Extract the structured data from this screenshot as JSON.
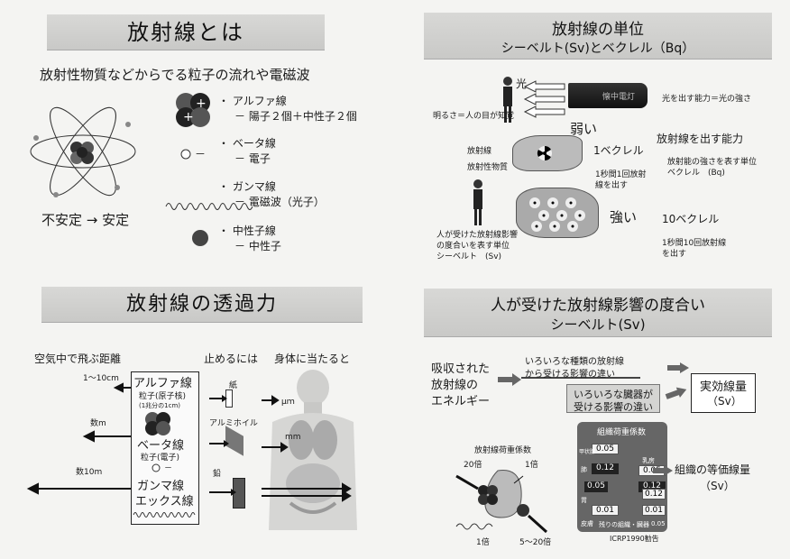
{
  "q1": {
    "title": "放射線とは",
    "subtitle": "放射性物質などからでる粒子の流れや電磁波",
    "stability": "不安定 → 安定",
    "items": [
      {
        "name": "・ アルファ線",
        "desc": "－ 陽子２個＋中性子２個"
      },
      {
        "name": "・ ベータ線",
        "desc": "－ 電子"
      },
      {
        "name": "・ ガンマ線",
        "desc": "－ 電磁波（光子）"
      },
      {
        "name": "・ 中性子線",
        "desc": "－ 中性子"
      }
    ],
    "beta_symbol": "－"
  },
  "q2": {
    "title": "放射線の単位",
    "subtitle": "シーベルト(Sv)とベクレル（Bq）",
    "light_label": "光",
    "flashlight_label": "懐中電灯",
    "light_power": "光を出す能力＝光の強さ",
    "brightness": "明るさ＝人の目が知覚",
    "weak": "弱い",
    "one_bq": "1ベクレル",
    "one_bq_desc": [
      "1秒間1回放射",
      "線を出す"
    ],
    "emit_power": "放射線を出す能力",
    "emit_power_desc": [
      "放射能の強さを表す単位",
      "ベクレル　(Bq)"
    ],
    "radiation": "放射線",
    "radioactive": "放射性物質",
    "strong": "強い",
    "ten_bq": "10ベクレル",
    "ten_bq_desc": [
      "1秒間10回放射線",
      "を出す"
    ],
    "sv_desc": [
      "人が受けた放射線影響",
      "の度合いを表す単位",
      "シーベルト　(Sv)"
    ]
  },
  "q3": {
    "title": "放射線の透過力",
    "air_distance": "空気中で飛ぶ距離",
    "stop_with": "止めるには",
    "body_hit": "身体に当たると",
    "alpha_range": "1～10cm",
    "beta_range": "数m",
    "gamma_range": "数10m",
    "alpha_name": "アルファ線",
    "alpha_particle": "粒子(原子核)",
    "alpha_size": "(1兆分の1cm)",
    "beta_name": "ベータ線",
    "beta_particle": "粒子(電子)",
    "beta_symbol": "－",
    "gamma_name": "ガンマ線",
    "xray_name": "エックス線",
    "paper": "紙",
    "aluminum": "アルミホイル",
    "lead": "鉛",
    "micrometer": "μｍ",
    "millimeter": "mm"
  },
  "q4": {
    "title": "人が受けた放射線影響の度合い",
    "subtitle": "シーベルト(Sv)",
    "absorbed": [
      "吸収された",
      "放射線の",
      "エネルギー"
    ],
    "kinds": [
      "いろいろな種類の放射線",
      "から受ける影響の違い"
    ],
    "organs": [
      "いろいろな臓器が",
      "受ける影響の違い"
    ],
    "effective_dose": [
      "実効線量",
      "（Sv）"
    ],
    "equivalent_dose": [
      "組織の等価線量",
      "（Sv）"
    ],
    "radiation_weight": "放射線荷重係数",
    "tissue_weight": "組織荷重係数",
    "w20": "20倍",
    "w1_top": "1倍",
    "w1_bottom": "1倍",
    "w5_20": "5～20倍",
    "icrp": "ICRP1990勧告",
    "tissue_values": [
      "0.05",
      "0.12",
      "0.05",
      "0.01",
      "0.05",
      "0.12",
      "0.12",
      "0.01"
    ],
    "tissue_labels": [
      "甲状腺",
      "乳房",
      "肺",
      "胃",
      "皮膚",
      "残りの組織・臓器"
    ],
    "remainder_value": "0.05"
  }
}
